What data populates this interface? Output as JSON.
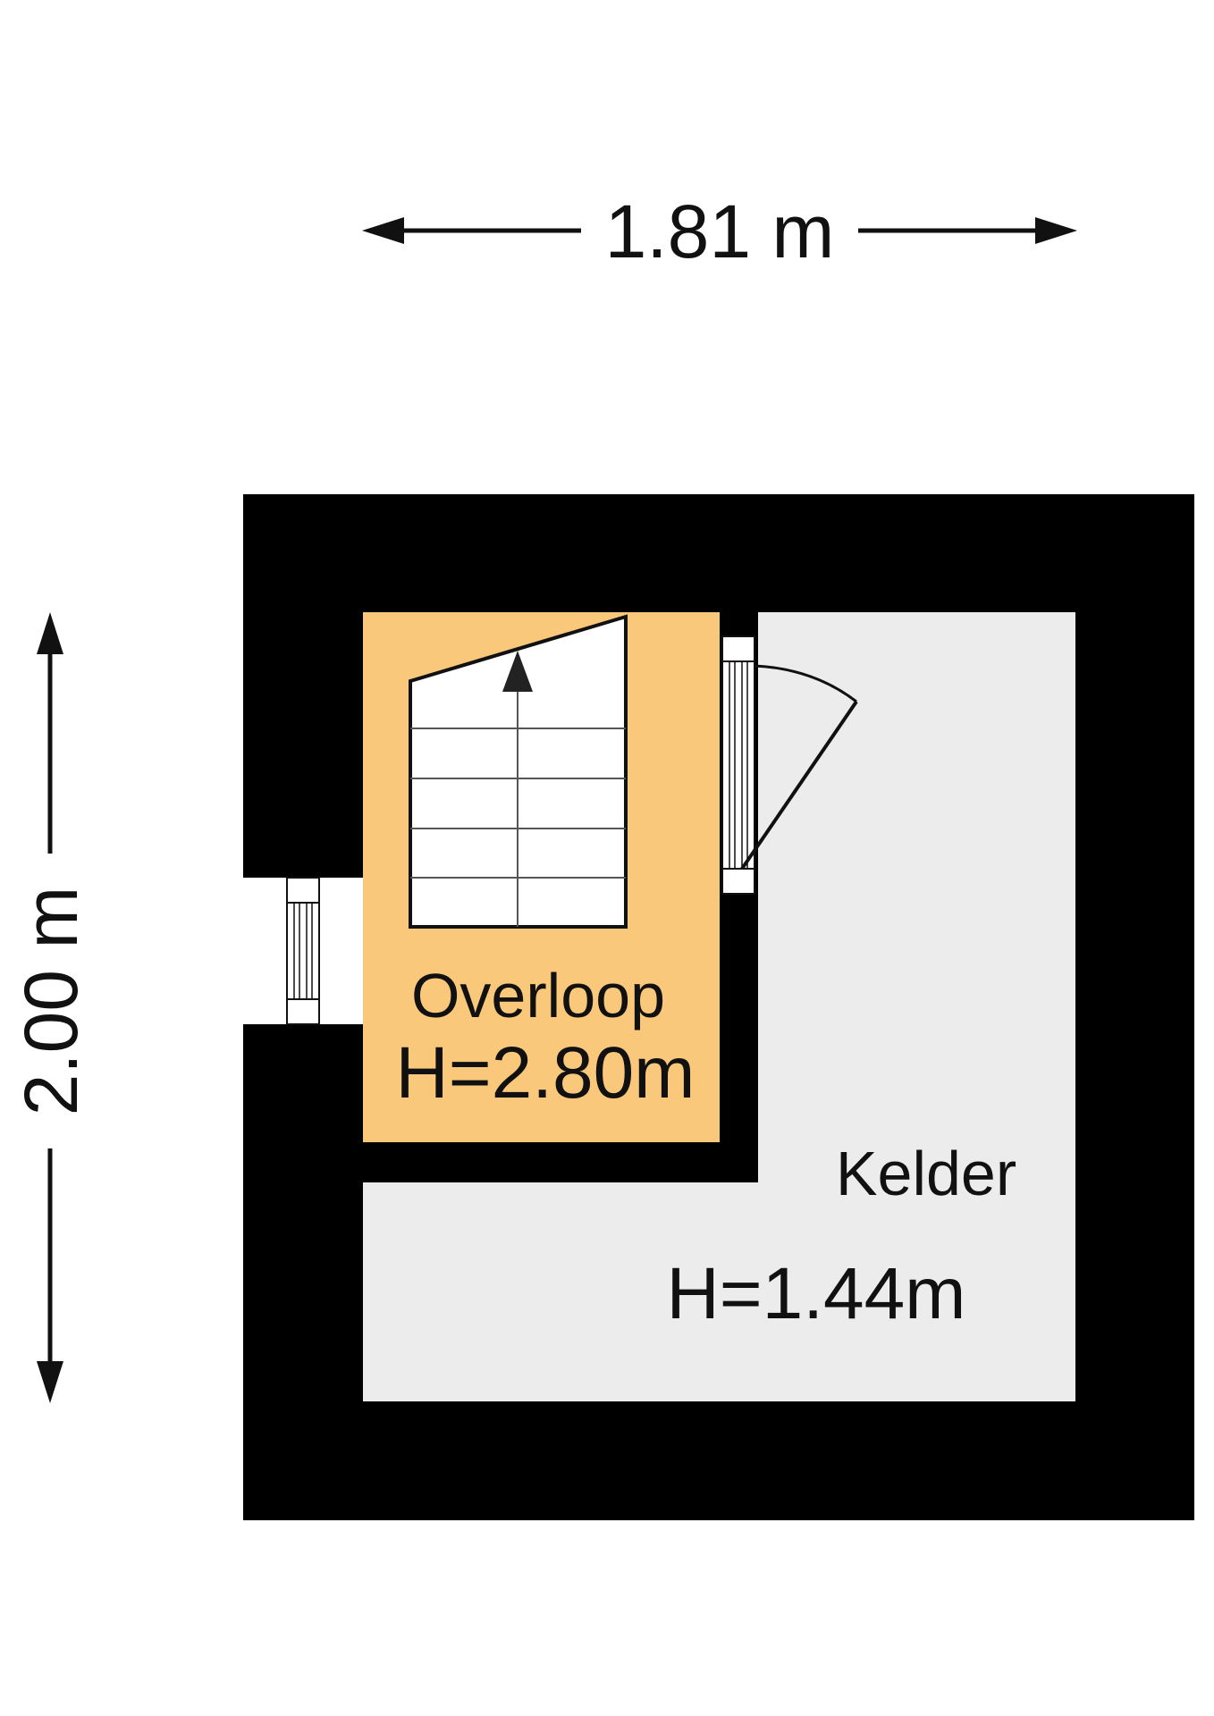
{
  "dimensions": {
    "width_label": "1.81 m",
    "height_label": "2.00 m"
  },
  "rooms": {
    "overloop": {
      "name": "Overloop",
      "height": "H=2.80m",
      "fill_color": "#fac87a"
    },
    "kelder": {
      "name": "Kelder",
      "height": "H=1.44m",
      "fill_color": "#ececec"
    }
  },
  "colors": {
    "wall": "#000000",
    "line": "#111111"
  }
}
